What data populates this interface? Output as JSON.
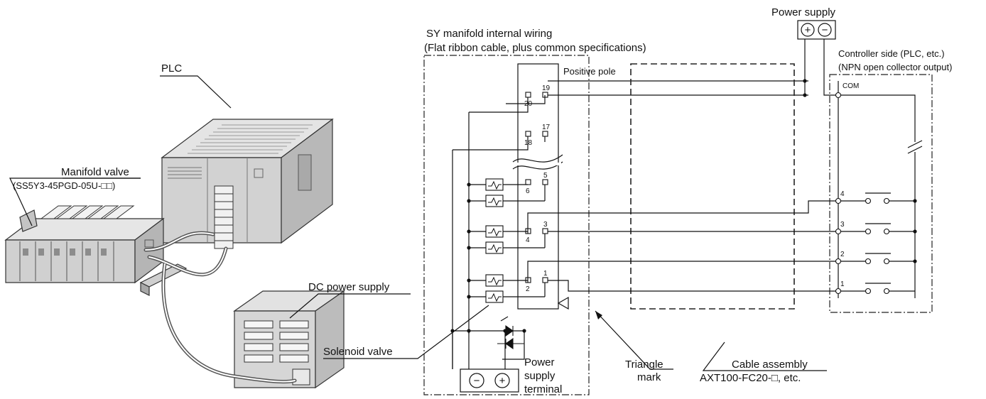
{
  "labels": {
    "plc": "PLC",
    "manifold_valve": "Manifold valve",
    "manifold_model": "(SS5Y3-45PGD-05U-□□)",
    "dc_power_supply": "DC power supply",
    "solenoid_valve": "Solenoid valve",
    "sy_wiring_line1": "SY manifold internal wiring",
    "sy_wiring_line2": "(Flat ribbon cable, plus common specifications)",
    "positive_pole": "Positive pole",
    "power_supply": "Power supply",
    "controller_line1": "Controller side (PLC, etc.)",
    "controller_line2": "(NPN open collector output)",
    "com": "COM",
    "triangle_line1": "Triangle",
    "triangle_line2": "mark",
    "cable_assembly": "Cable assembly",
    "cable_model": "AXT100-FC20-□, etc.",
    "pst_line1": "Power",
    "pst_line2": "supply",
    "pst_line3": "terminal"
  },
  "connector_pins": {
    "p19": "19",
    "p20": "20",
    "p17": "17",
    "p18": "18",
    "p5": "5",
    "p6": "6",
    "p3": "3",
    "p4": "4",
    "p1": "1",
    "p2": "2"
  },
  "output_numbers": {
    "o4": "4",
    "o3": "3",
    "o2": "2",
    "o1": "1"
  },
  "symbols": {
    "plus": "+",
    "minus": "−"
  }
}
